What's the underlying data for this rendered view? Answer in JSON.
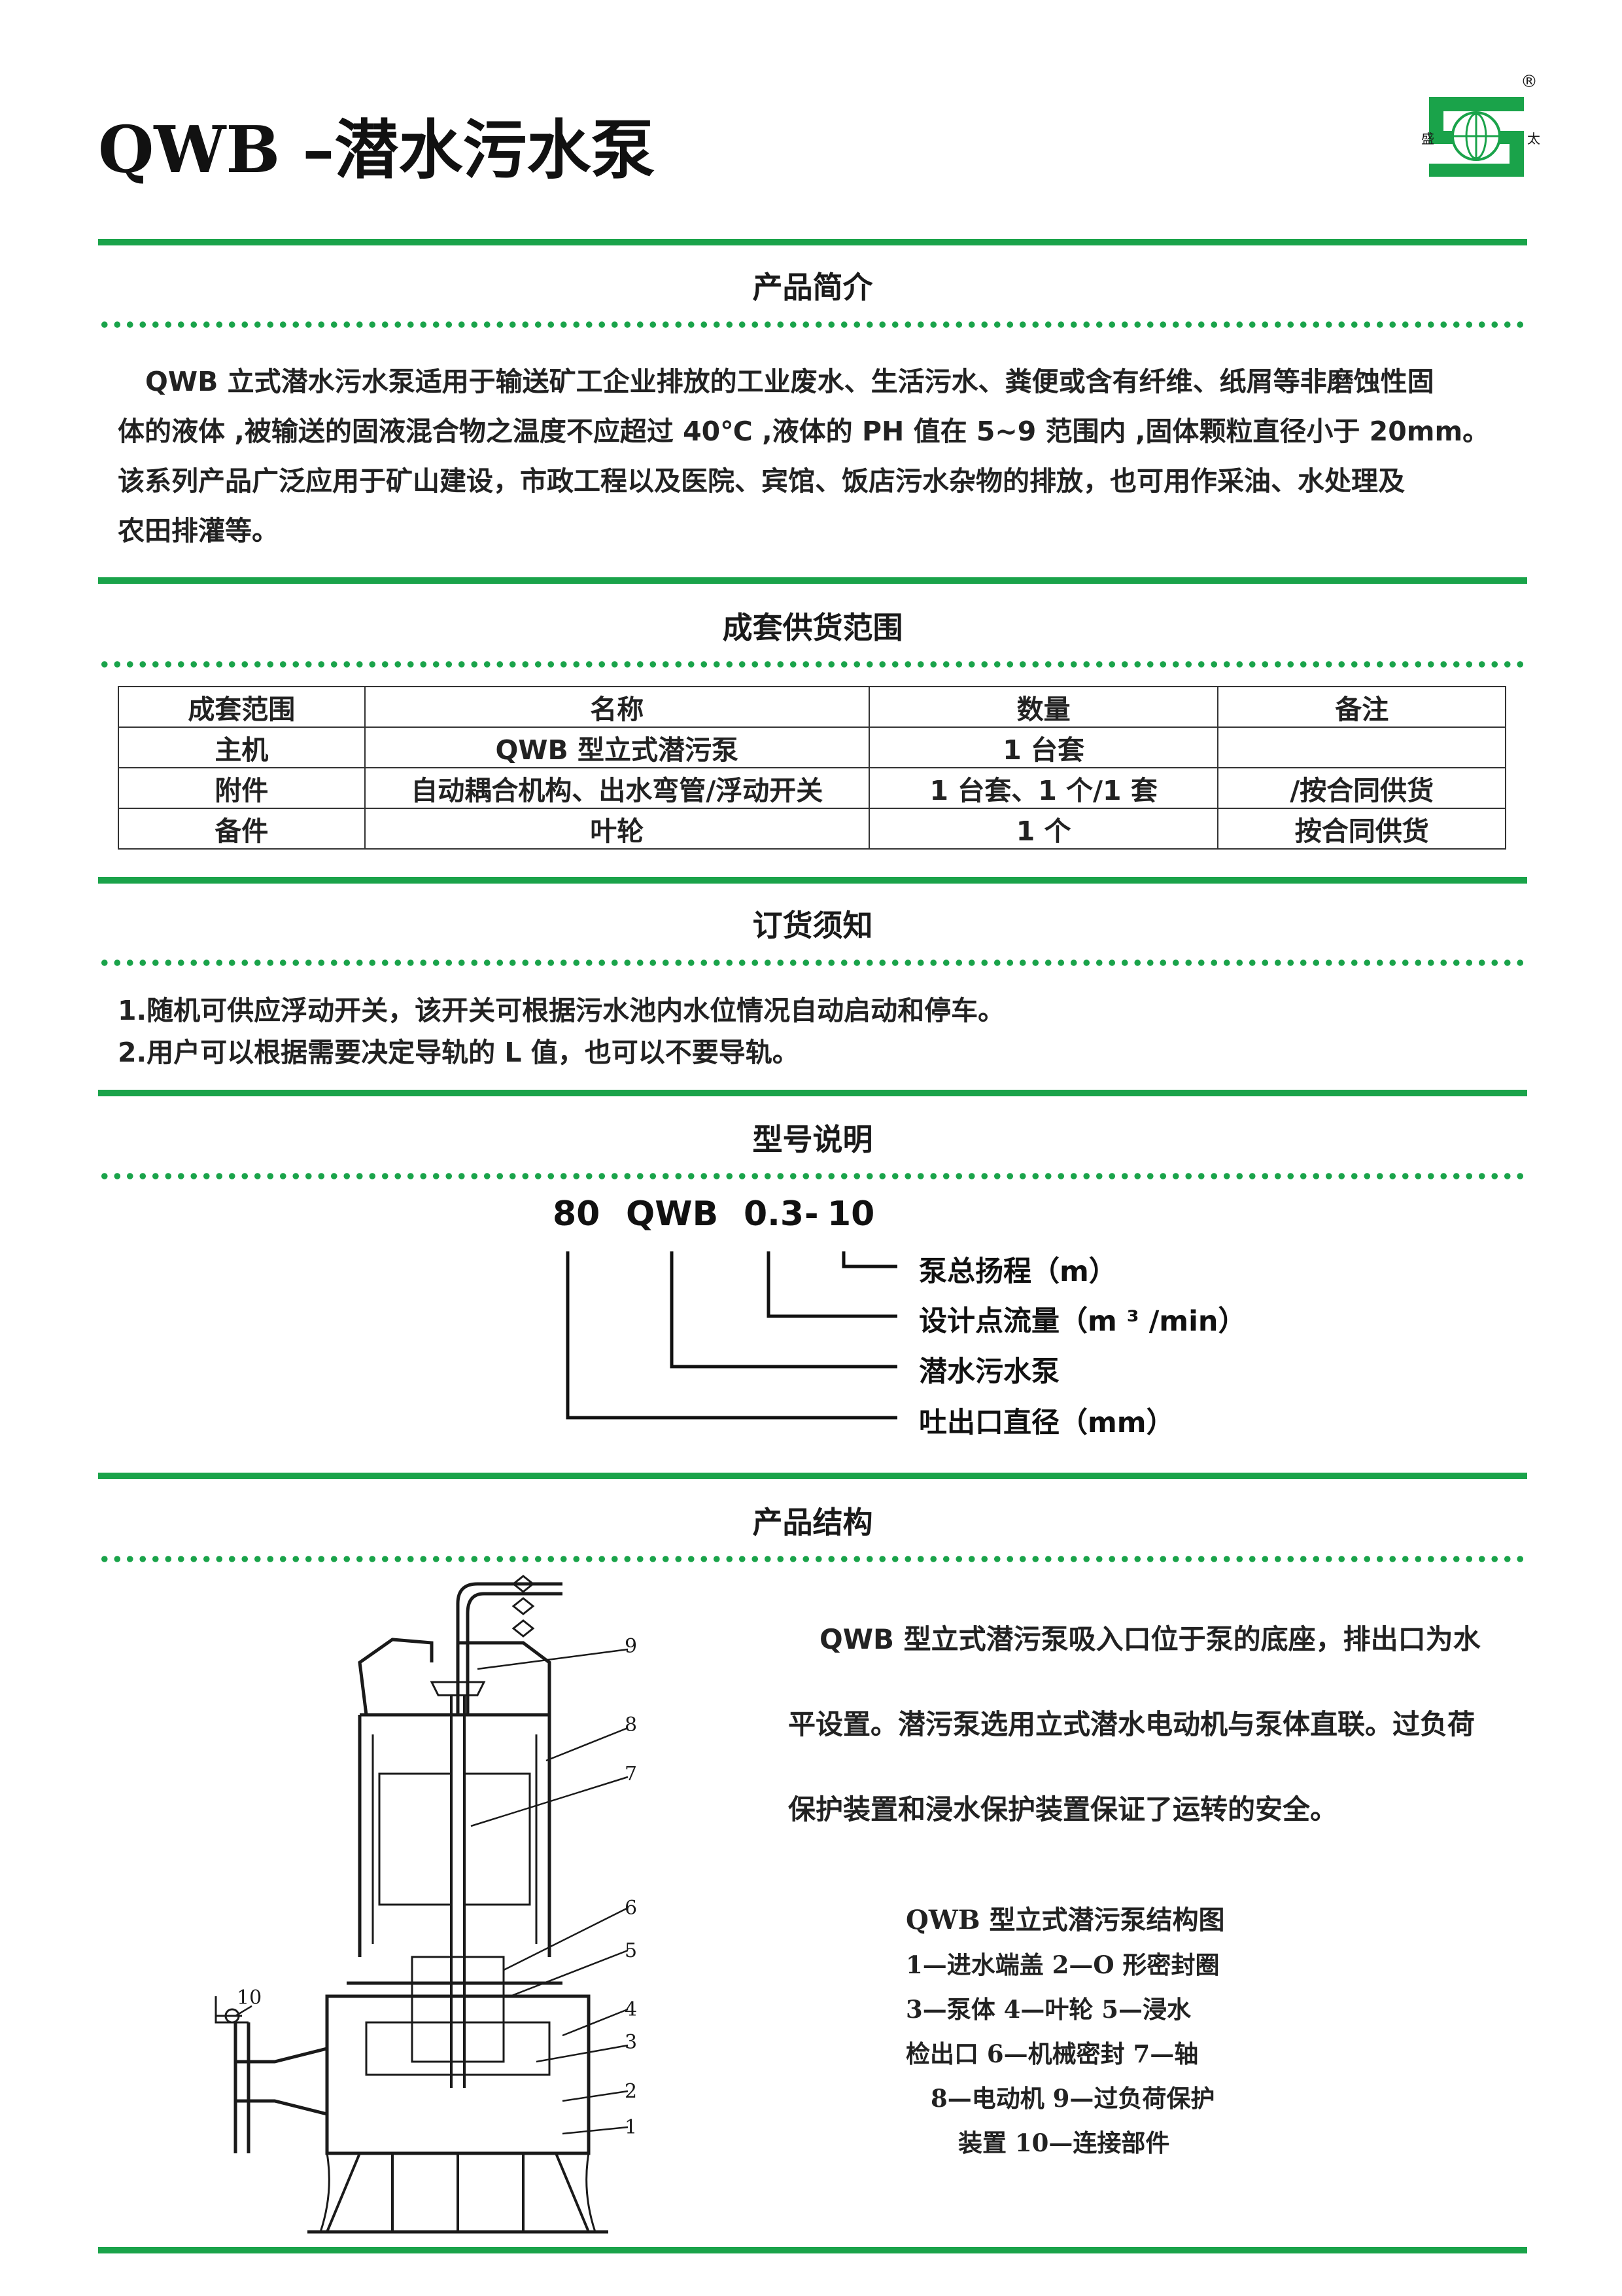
{
  "header": {
    "title": "QWB –潜水污水泵",
    "logo": {
      "left_char": "盛",
      "right_char": "太",
      "registered": "®",
      "brand_color": "#1aa34a"
    }
  },
  "sections": {
    "intro": {
      "heading": "产品简介",
      "lines": [
        "QWB 立式潜水污水泵适用于输送矿工企业排放的工业废水、生活污水、粪便或含有纤维、纸屑等非磨蚀性固",
        "体的液体 ,被输送的固液混合物之温度不应超过 40℃ ,液体的 PH 值在 5~9 范围内 ,固体颗粒直径小于 20mm。",
        "该系列产品广泛应用于矿山建设，市政工程以及医院、宾馆、饭店污水杂物的排放，也可用作采油、水处理及",
        "农田排灌等。"
      ]
    },
    "scope": {
      "heading": "成套供货范围",
      "columns": [
        "成套范围",
        "名称",
        "数量",
        "备注"
      ],
      "rows": [
        [
          "主机",
          "QWB 型立式潜污泵",
          "1 台套",
          ""
        ],
        [
          "附件",
          "自动耦合机构、出水弯管/浮动开关",
          "1 台套、1 个/1 套",
          "/按合同供货"
        ],
        [
          "备件",
          "叶轮",
          "1 个",
          "按合同供货"
        ]
      ]
    },
    "ordering": {
      "heading": "订货须知",
      "lines": [
        "1.随机可供应浮动开关，该开关可根据污水池内水位情况自动启动和停车。",
        "2.用户可以根据需要决定导轨的 L 值，也可以不要导轨。"
      ]
    },
    "model": {
      "heading": "型号说明",
      "code": {
        "diameter": "80",
        "series": "QWB",
        "flow": "0.3",
        "sep": "-",
        "head": "10"
      },
      "labels": [
        "泵总扬程（m）",
        "设计点流量（m ³ /min）",
        "潜水污水泵",
        "吐出口直径（mm）"
      ]
    },
    "structure": {
      "heading": "产品结构",
      "text_lines": [
        "QWB 型立式潜污泵吸入口位于泵的底座，排出口为水",
        "平设置。潜污泵选用立式潜水电动机与泵体直联。过负荷",
        "保护装置和浸水保护装置保证了运转的安全。"
      ],
      "diagram_numbers": [
        "1",
        "2",
        "3",
        "4",
        "5",
        "6",
        "7",
        "8",
        "9",
        "10"
      ],
      "legend_title": "QWB 型立式潜污泵结构图",
      "legend_lines": [
        "1—进水端盖   2—O 形密封圈",
        "3—泵体   4—叶轮   5—浸水",
        "检出口   6—机械密封   7—轴",
        "8—电动机   9—过负荷保护",
        "装置   10—连接部件"
      ]
    }
  },
  "colors": {
    "accent_green": "#1aa34a",
    "text": "#1a1a1a"
  }
}
